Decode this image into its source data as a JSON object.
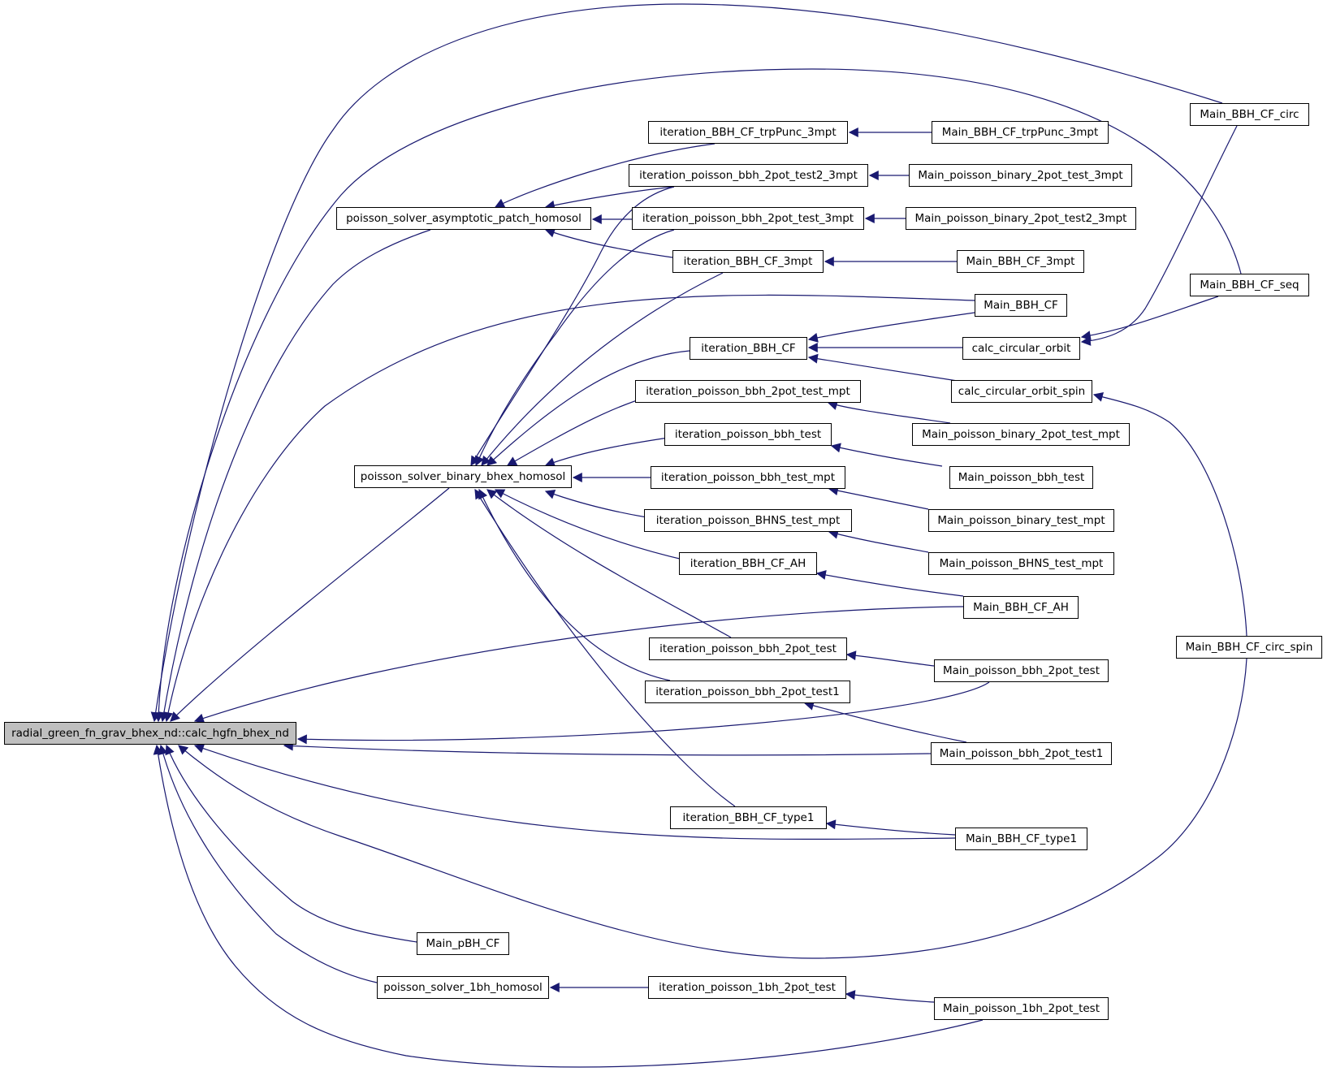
{
  "colors": {
    "edge": "#191970",
    "root_fill": "#bfbfbf",
    "node_fill": "#ffffff",
    "node_border": "#000000"
  },
  "nodes": {
    "root": "radial_green_fn_grav_bhex_nd::calc_hgfn_bhex_nd",
    "asym": "poisson_solver_asymptotic_patch_homosol",
    "binary": "poisson_solver_binary_bhex_homosol",
    "bh1": "poisson_solver_1bh_homosol",
    "main_pbh": "Main_pBH_CF",
    "it_trp": "iteration_BBH_CF_trpPunc_3mpt",
    "it_2pt2_3": "iteration_poisson_bbh_2pot_test2_3mpt",
    "it_2pt_3": "iteration_poisson_bbh_2pot_test_3mpt",
    "it_cf_3": "iteration_BBH_CF_3mpt",
    "it_cf": "iteration_BBH_CF",
    "it_2pt_mpt": "iteration_poisson_bbh_2pot_test_mpt",
    "it_test": "iteration_poisson_bbh_test",
    "it_test_mpt": "iteration_poisson_bbh_test_mpt",
    "it_bhns": "iteration_poisson_BHNS_test_mpt",
    "it_ah": "iteration_BBH_CF_AH",
    "it_2pt": "iteration_poisson_bbh_2pot_test",
    "it_2pt1": "iteration_poisson_bbh_2pot_test1",
    "it_type1": "iteration_BBH_CF_type1",
    "it_1bh": "iteration_poisson_1bh_2pot_test",
    "m_trp": "Main_BBH_CF_trpPunc_3mpt",
    "m_b2_3": "Main_poisson_binary_2pot_test_3mpt",
    "m_b2t2_3": "Main_poisson_binary_2pot_test2_3mpt",
    "m_cf_3": "Main_BBH_CF_3mpt",
    "m_cf": "Main_BBH_CF",
    "calc_orbit": "calc_circular_orbit",
    "calc_orbit_spin": "calc_circular_orbit_spin",
    "m_b2_mpt": "Main_poisson_binary_2pot_test_mpt",
    "m_bbh_test": "Main_poisson_bbh_test",
    "m_bin_mpt": "Main_poisson_binary_test_mpt",
    "m_bhns": "Main_poisson_BHNS_test_mpt",
    "m_ah": "Main_BBH_CF_AH",
    "m_2pt": "Main_poisson_bbh_2pot_test",
    "m_2pt1": "Main_poisson_bbh_2pot_test1",
    "m_type1": "Main_BBH_CF_type1",
    "m_1bh": "Main_poisson_1bh_2pot_test",
    "m_circ": "Main_BBH_CF_circ",
    "m_seq": "Main_BBH_CF_seq",
    "m_circ_spin": "Main_BBH_CF_circ_spin"
  }
}
